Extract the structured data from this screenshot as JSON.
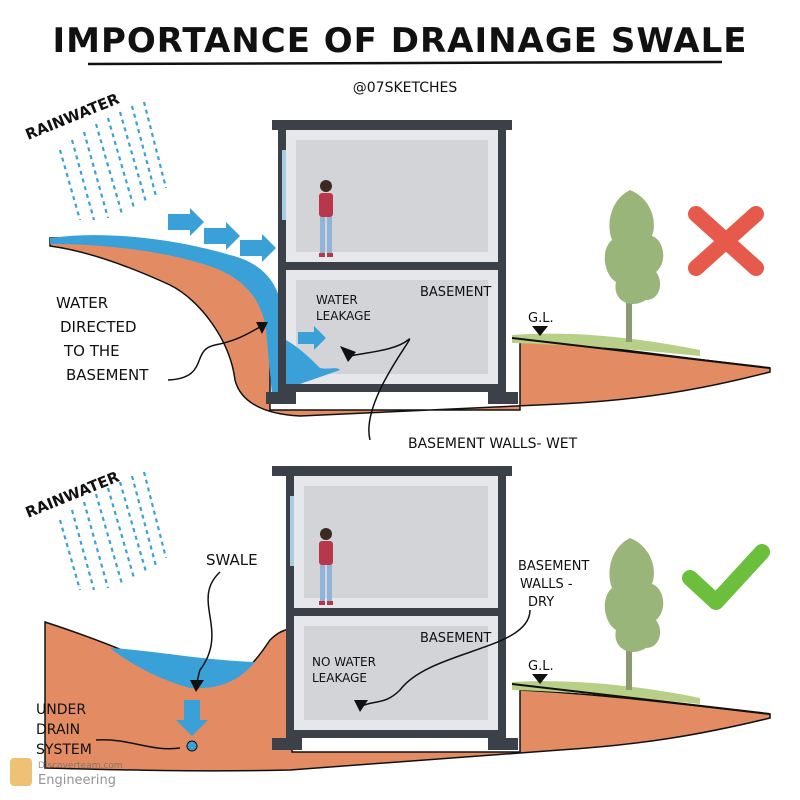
{
  "title": "IMPORTANCE OF DRAINAGE SWALE",
  "handle": "@07SKETCHES",
  "colors": {
    "water": "#3aa0d8",
    "soil": "#e38c63",
    "soil_dark": "#c96e4a",
    "wall": "#3c4048",
    "room": "#d8dade",
    "tree": "#9ab57a",
    "grass": "#b7cf86",
    "cross": "#e55a4a",
    "check": "#6cbf3c"
  },
  "top_panel": {
    "rain_label": "RAINWATER",
    "basement_label": "BASEMENT",
    "leak_label_line1": "WATER",
    "leak_label_line2": "LEAKAGE",
    "directed_line1": "WATER",
    "directed_line2": "DIRECTED",
    "directed_line3": "TO THE",
    "directed_line4": "BASEMENT",
    "walls_wet": "BASEMENT WALLS- WET",
    "gl_label": "G.L.",
    "status_icon": "cross-icon"
  },
  "bottom_panel": {
    "rain_label": "RAINWATER",
    "swale_label": "SWALE",
    "basement_label": "BASEMENT",
    "noleak_line1": "NO WATER",
    "noleak_line2": "LEAKAGE",
    "walls_dry_line1": "BASEMENT",
    "walls_dry_line2": "WALLS -",
    "walls_dry_line3": "DRY",
    "underdrain_line1": "UNDER",
    "underdrain_line2": "DRAIN",
    "underdrain_line3": "SYSTEM",
    "gl_label": "G.L.",
    "status_icon": "check-icon"
  },
  "watermark": {
    "line1": "Discoverteam.com",
    "line2": "Engineering"
  }
}
